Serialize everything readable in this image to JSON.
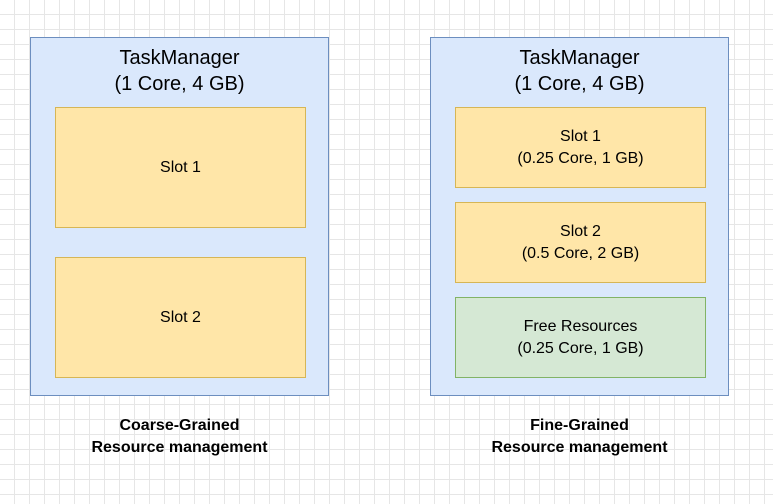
{
  "left_panel": {
    "title_line1": "TaskManager",
    "title_line2": "(1 Core, 4 GB)",
    "slots": [
      {
        "label": "Slot 1"
      },
      {
        "label": "Slot 2"
      }
    ],
    "caption_line1": "Coarse-Grained",
    "caption_line2": "Resource management"
  },
  "right_panel": {
    "title_line1": "TaskManager",
    "title_line2": "(1 Core, 4 GB)",
    "slots": [
      {
        "label": "Slot 1",
        "resources": "(0.25 Core, 1 GB)"
      },
      {
        "label": "Slot 2",
        "resources": "(0.5 Core, 2 GB)"
      }
    ],
    "free": {
      "label": "Free Resources",
      "resources": "(0.25 Core, 1 GB)"
    },
    "caption_line1": "Fine-Grained",
    "caption_line2": "Resource management"
  },
  "colors": {
    "taskmanager_fill": "#dae8fc",
    "taskmanager_stroke": "#6c8ebf",
    "slot_fill": "#ffe6a8",
    "slot_stroke": "#d6b656",
    "free_fill": "#d5e8d4",
    "free_stroke": "#82b366"
  }
}
